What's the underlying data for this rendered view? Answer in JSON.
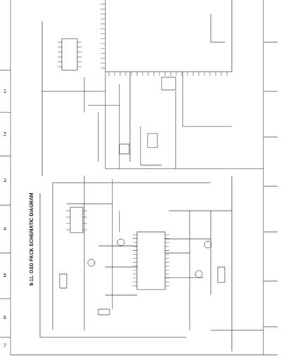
{
  "diagram": {
    "title": "8-11. OSD PACK SCHEMATIC DIAGRAM",
    "labels": [
      "1",
      "2",
      "3",
      "4",
      "5",
      "6",
      "7"
    ]
  }
}
